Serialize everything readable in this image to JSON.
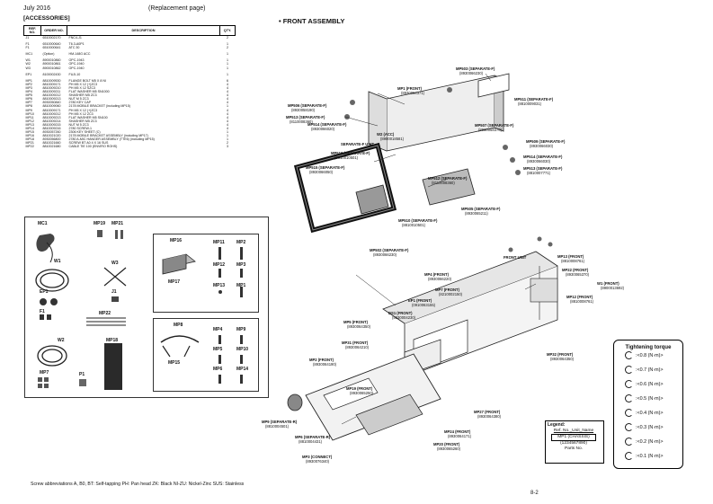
{
  "header": {
    "date": "July 2016",
    "note": "(Replacement page)"
  },
  "accessories": {
    "title": "[ACCESSORIES]",
    "columns": [
      "REF. NO.",
      "ORDER NO.",
      "DESCRIPTION",
      "QTY."
    ],
    "rows": [
      [
        "J1",
        "6510002170",
        "FNC4-J1",
        "2"
      ],
      [
        "F1",
        "6510000640",
        "T6.3-A0P1",
        "1"
      ],
      [
        "F1",
        "6510000641",
        "ATC 30",
        "2"
      ],
      [
        "MC1",
        "(Option)",
        "HM-148G ACC",
        "1"
      ],
      [
        "W1",
        "8900010860",
        "OPC-1943",
        "1"
      ],
      [
        "W2",
        "8900010861",
        "OPC-1940",
        "1"
      ],
      [
        "W3",
        "8900010862",
        "OPC-1940",
        "1"
      ],
      [
        "EP1",
        "8100002430",
        "FUJI-10",
        "1"
      ],
      [
        "MP1",
        "8810009530",
        "FLANGE BOLT M5 X 8 NI",
        "6"
      ],
      [
        "MP2",
        "8810009171",
        "PH M5 X 12 (+)ZC3",
        "4"
      ],
      [
        "MP3",
        "8810009210",
        "PH M5 X 12 SZC3",
        "4"
      ],
      [
        "MP4",
        "8810009211",
        "FLAT WASHER M5 SN1000",
        "4"
      ],
      [
        "MP5",
        "8810009212",
        "SHASHER M5 ZC3",
        "4"
      ],
      [
        "MP6",
        "8810009213",
        "NUT M 5 ZC3",
        "4"
      ],
      [
        "MP7",
        "8930050840",
        "2780 KEY CAP",
        "4"
      ],
      [
        "MP8",
        "8810009060",
        "2178 MOBILE BRACKET (including MP15)",
        "1"
      ],
      [
        "MP9",
        "8810009171",
        "PH M5 X 12 (+)ZC3",
        "4"
      ],
      [
        "MP10",
        "8810009212",
        "PH M5 X 12 ZC3",
        "4"
      ],
      [
        "MP11",
        "8810009213",
        "FLAT WASHER M5 SN100",
        "4"
      ],
      [
        "MP12",
        "8810009214",
        "SHASHER M5 ZC3",
        "4"
      ],
      [
        "MP13",
        "8810009215",
        "NUT M 5 ZC3",
        "4"
      ],
      [
        "MP14",
        "8810009216",
        "2780 SCREW-1",
        "4"
      ],
      [
        "MP15",
        "8930057260",
        "2306 KEY SHEET (C)",
        "1"
      ],
      [
        "MP16",
        "8810021020",
        "2178 MOBILE BRACKET ASSEMBLY (including MP17)",
        "1"
      ],
      [
        "MP18",
        "8930056800",
        "2780 A-MIC HANGER ASSEMBLY (TTE6) (including MP15)",
        "1"
      ],
      [
        "MP21",
        "8810021660",
        "SCREW BT A0 4 X 16 SUS",
        "2"
      ],
      [
        "MP22",
        "8810021680",
        "CABLE TIE 100 (ENVIRO ROHS)",
        "3"
      ]
    ]
  },
  "accessory_panels": {
    "top_labels": [
      "MC1",
      "MP19",
      "MP21",
      "W1",
      "W3",
      "EP1",
      "J1",
      "F1",
      "MP22",
      "W2",
      "MP18",
      "MP7",
      "P1"
    ],
    "bracket_labels": [
      "MP16",
      "MP17",
      "MP11",
      "MP2",
      "MP12",
      "MP3",
      "MP13",
      "MP1"
    ],
    "mount_labels": [
      "MP8",
      "MP15",
      "MP4",
      "MP9",
      "MP5",
      "MP10",
      "MP6",
      "MP14"
    ]
  },
  "front_assembly": {
    "title": "• FRONT ASSEMBLY",
    "callouts": [
      {
        "text": "MP503 (SEPARATE-F)",
        "code": "(8930066230)"
      },
      {
        "text": "MP1 (FRONT)",
        "code": "(8930064371)"
      },
      {
        "text": "MP506 (SEPARATE-F)",
        "code": "(8930058190)"
      },
      {
        "text": "MP511 (SEPARATE-F)",
        "code": "(8810009031)"
      },
      {
        "text": "MP513 (SEPARATE-F)",
        "code": "(8110008360)"
      },
      {
        "text": "MP514 (SEPARATE-F)",
        "code": "(8930066020)"
      },
      {
        "text": "W2 (ACC)",
        "code": "(8900018581)"
      },
      {
        "text": "MP507 (SEPARATE-F)",
        "code": "(8930058370)"
      },
      {
        "text": "SEPARATE-F UNIT",
        "code": ""
      },
      {
        "text": "MP510 (SEPARATE-F)",
        "code": "(8810010501)"
      },
      {
        "text": "MP509 (SEPARATE-F)",
        "code": "(8930066030)"
      },
      {
        "text": "MP515 (SEPARATE-F)",
        "code": "(8930066050)"
      },
      {
        "text": "MP514 (SEPARATE-F)",
        "code": "(8930066030)"
      },
      {
        "text": "MP512 (SEPARATE-F)",
        "code": "(8110008360)"
      },
      {
        "text": "MP513 (SEPARATE-F)",
        "code": "(8810007771)"
      },
      {
        "text": "MP505 (SEPARATE-F)",
        "code": "(8930065211)"
      },
      {
        "text": "MP510 (SEPARATE-F)",
        "code": "(8810010501)"
      },
      {
        "text": "MP502 (SEPARATE-F)",
        "code": "(8930066230)"
      },
      {
        "text": "FRONT UNIT",
        "code": ""
      },
      {
        "text": "MP13 (FRONT)",
        "code": "(8810008761)"
      },
      {
        "text": "MP22 (FRONT)",
        "code": "(8930065370)"
      },
      {
        "text": "MP4 (FRONT)",
        "code": "(8930066220)"
      },
      {
        "text": "W1 (FRONT)",
        "code": "(8900013692)"
      },
      {
        "text": "MP7 (FRONT)",
        "code": "(8210002150)"
      },
      {
        "text": "MP12 (FRONT)",
        "code": "(8810008761)"
      },
      {
        "text": "EP1 (FRONT)",
        "code": "(0910063155)"
      },
      {
        "text": "DS1 (FRONT)",
        "code": "(5030004230)"
      },
      {
        "text": "MP5 (FRONT)",
        "code": "(8930064350)"
      },
      {
        "text": "MP31 (FRONT)",
        "code": "(8930064210)"
      },
      {
        "text": "MP2 (FRONT)",
        "code": "(8930064190)"
      },
      {
        "text": "MP32 (FRONT)",
        "code": "(8930064350)"
      },
      {
        "text": "MP19 (FRONT)",
        "code": "(8930065250)"
      },
      {
        "text": "MP27 (FRONT)",
        "code": "(8930064380)"
      },
      {
        "text": "MP9 (SEPARATE-R)",
        "code": "(8810004501)"
      },
      {
        "text": "MP6 (SEPARATE-R)",
        "code": "(8810004431)"
      },
      {
        "text": "MP24 (FRONT)",
        "code": "(8930064171)"
      },
      {
        "text": "MP20 (FRONT)",
        "code": "(8930065260)"
      },
      {
        "text": "MP3 (CONNECT)",
        "code": "(8930076340)"
      }
    ]
  },
  "legend": {
    "title": "Legend:",
    "lines": [
      "Ref. No._Unit_Name",
      "MP1 (CHASSIS)",
      "(1234567890)",
      "Parts No."
    ]
  },
  "torque": {
    "title": "Tightening torque",
    "rows": [
      ":<0.8 (N·m)>",
      ":<0.7 (N·m)>",
      ":<0.6 (N·m)>",
      ":<0.5 (N·m)>",
      ":<0.4 (N·m)>",
      ":<0.3 (N·m)>",
      ":<0.2 (N·m)>",
      ":<0.1 (N·m)>"
    ],
    "colors": [
      "#1a1a1a",
      "#1a1a1a",
      "#1a1a1a",
      "#1a1a1a",
      "#1a1a1a",
      "#1a1a1a",
      "#1a1a1a",
      "#1a1a1a"
    ]
  },
  "footer": {
    "abbreviations": "Screw abbreviations        A, B0, BT: Self-tapping    PH: Pan head    ZK: Black    NI-ZU: Nickel-Zinc    SUS: Stainless",
    "page": "8-2"
  }
}
